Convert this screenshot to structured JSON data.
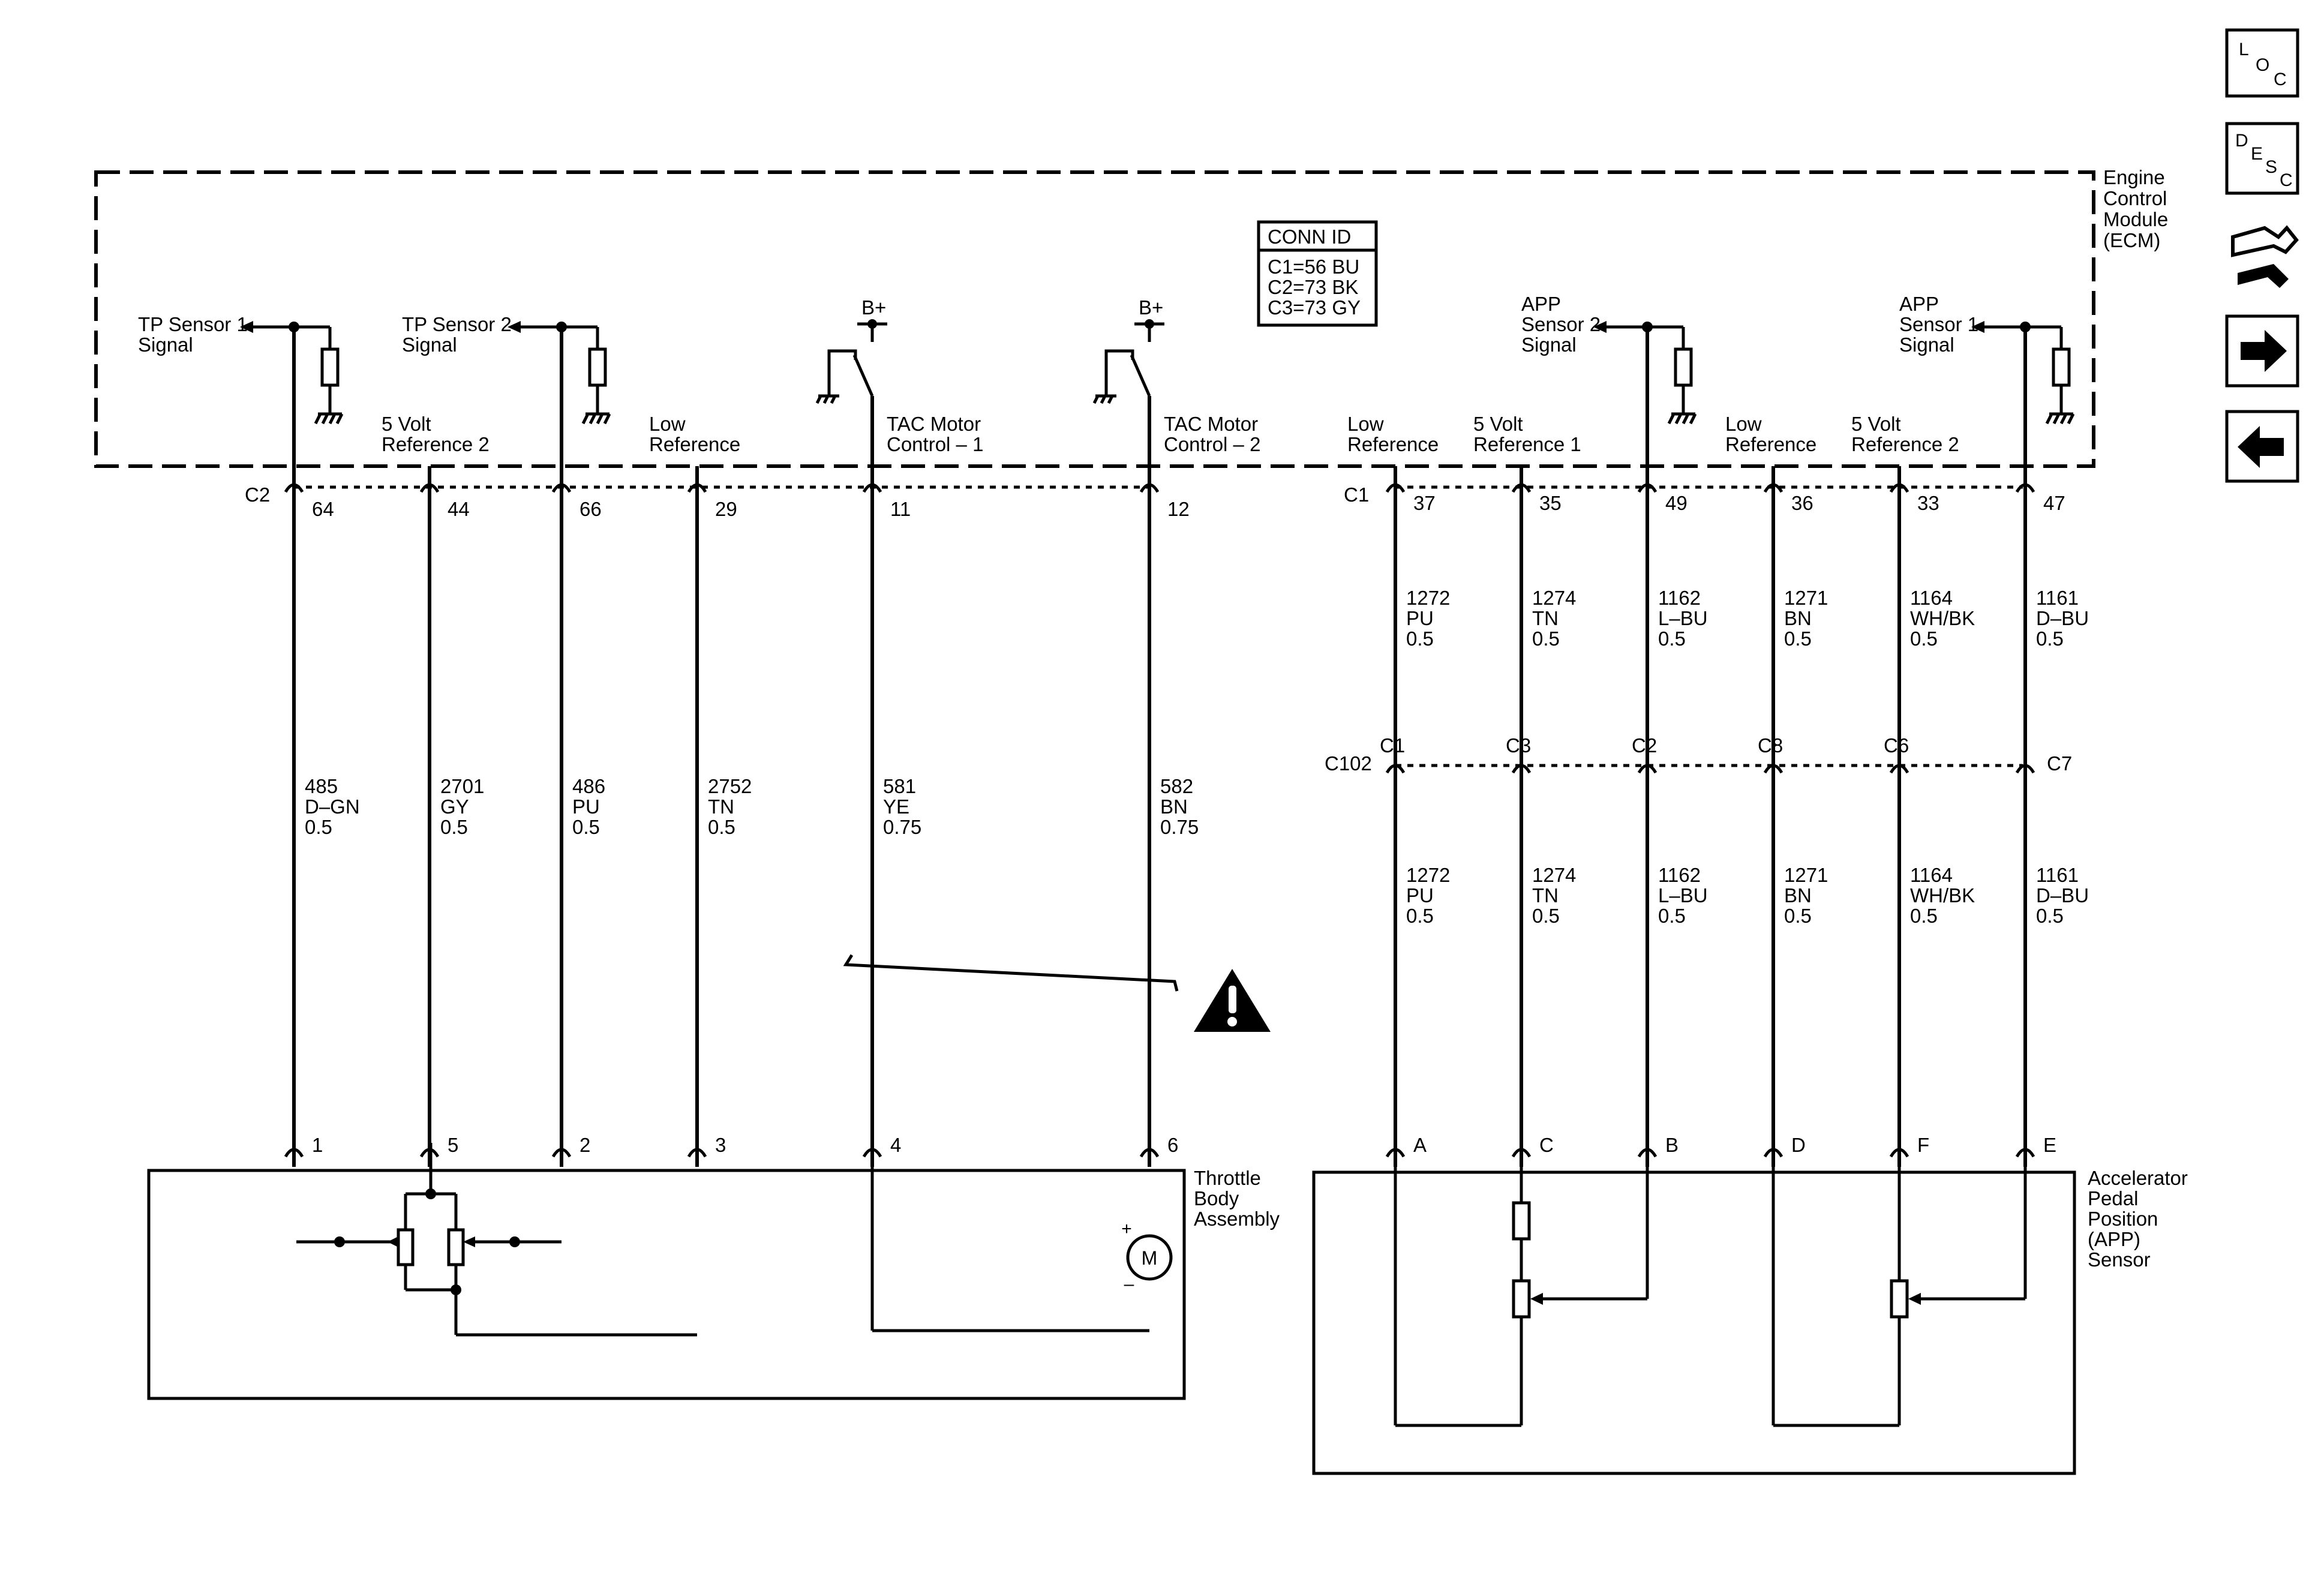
{
  "module": {
    "name_lines": [
      "Engine",
      "Control",
      "Module",
      "(ECM)"
    ]
  },
  "conn_id": {
    "title": "CONN ID",
    "lines": [
      "C1=56 BU",
      "C2=73 BK",
      "C3=73 GY"
    ]
  },
  "connectors": {
    "ecm_left": "C2",
    "ecm_right": "C1",
    "inline": "C102"
  },
  "b_plus": "B+",
  "left_wires": [
    {
      "label": [
        "TP Sensor 1",
        "Signal"
      ],
      "pin": "64",
      "circuit": "485",
      "color": "D–GN",
      "size": "0.5",
      "comp_pin": "1"
    },
    {
      "label": [
        "5 Volt",
        "Reference 2"
      ],
      "pin": "44",
      "circuit": "2701",
      "color": "GY",
      "size": "0.5",
      "comp_pin": "5"
    },
    {
      "label": [
        "TP Sensor 2",
        "Signal"
      ],
      "pin": "66",
      "circuit": "486",
      "color": "PU",
      "size": "0.5",
      "comp_pin": "2"
    },
    {
      "label": [
        "Low",
        "Reference"
      ],
      "pin": "29",
      "circuit": "2752",
      "color": "TN",
      "size": "0.5",
      "comp_pin": "3"
    },
    {
      "label": [
        "TAC Motor",
        "Control – 1"
      ],
      "pin": "11",
      "circuit": "581",
      "color": "YE",
      "size": "0.75",
      "comp_pin": "4"
    },
    {
      "label": [
        "TAC Motor",
        "Control – 2"
      ],
      "pin": "12",
      "circuit": "582",
      "color": "BN",
      "size": "0.75",
      "comp_pin": "6"
    }
  ],
  "right_wires": [
    {
      "label": [
        "Low",
        "Reference"
      ],
      "pin": "37",
      "circuit": "1272",
      "color": "PU",
      "size": "0.5",
      "inline_pin": "C1",
      "comp_pin": "A"
    },
    {
      "label": [
        "5 Volt",
        "Reference 1"
      ],
      "pin": "35",
      "circuit": "1274",
      "color": "TN",
      "size": "0.5",
      "inline_pin": "C3",
      "comp_pin": "C"
    },
    {
      "label": [
        "APP",
        "Sensor 2",
        "Signal"
      ],
      "pin": "49",
      "circuit": "1162",
      "color": "L–BU",
      "size": "0.5",
      "inline_pin": "C2",
      "comp_pin": "B"
    },
    {
      "label": [
        "Low",
        "Reference"
      ],
      "pin": "36",
      "circuit": "1271",
      "color": "BN",
      "size": "0.5",
      "inline_pin": "C8",
      "comp_pin": "D"
    },
    {
      "label": [
        "5 Volt",
        "Reference 2"
      ],
      "pin": "33",
      "circuit": "1164",
      "color": "WH/BK",
      "size": "0.5",
      "inline_pin": "C6",
      "comp_pin": "F"
    },
    {
      "label": [
        "APP",
        "Sensor 1",
        "Signal"
      ],
      "pin": "47",
      "circuit": "1161",
      "color": "D–BU",
      "size": "0.5",
      "inline_pin": "C7",
      "comp_pin": "E"
    }
  ],
  "components": {
    "throttle_body": [
      "Throttle",
      "Body",
      "Assembly"
    ],
    "app_sensor": [
      "Accelerator",
      "Pedal",
      "Position",
      "(APP)",
      "Sensor"
    ],
    "motor_symbol": "M",
    "motor_plus": "+",
    "motor_minus": "–"
  },
  "sidebar": {
    "loc": [
      "L",
      "O",
      "C"
    ],
    "desc": [
      "D",
      "E",
      "S",
      "C"
    ],
    "icons": [
      "connector-tool-icon",
      "arrow-right-icon",
      "arrow-left-icon"
    ]
  }
}
